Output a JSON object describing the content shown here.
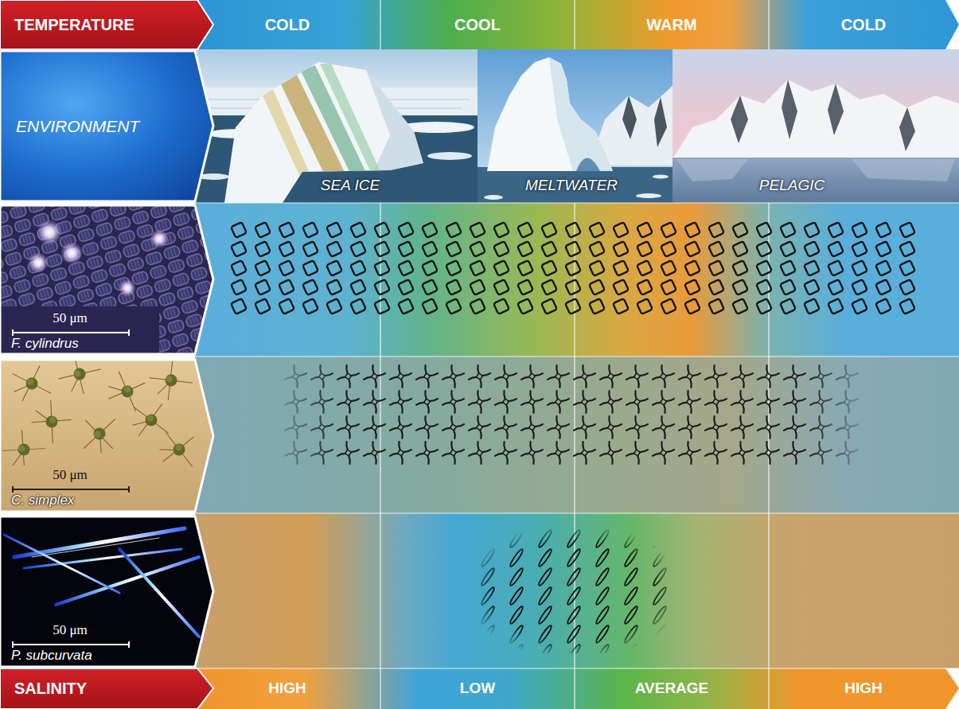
{
  "diagram": {
    "nodes": [
      {
        "text": [
          "TEMPERATURE"
        ]
      },
      {
        "text": [
          "ENVIRONMENT"
        ]
      },
      {
        "text": [
          "50 μm",
          "F. cylindrus"
        ]
      },
      {
        "text": [
          "50 μm",
          "C. simplex"
        ]
      },
      {
        "text": [
          "50 μm",
          "P. subcurvata"
        ]
      },
      {
        "text": [
          "SALINITY"
        ]
      }
    ],
    "labels": [
      "COLD",
      "COOL",
      "WARM",
      "COLD",
      "SEA ICE",
      "MELTWATER",
      "PELAGIC",
      "HIGH",
      "LOW",
      "AVERAGE",
      "HIGH"
    ]
  }
}
